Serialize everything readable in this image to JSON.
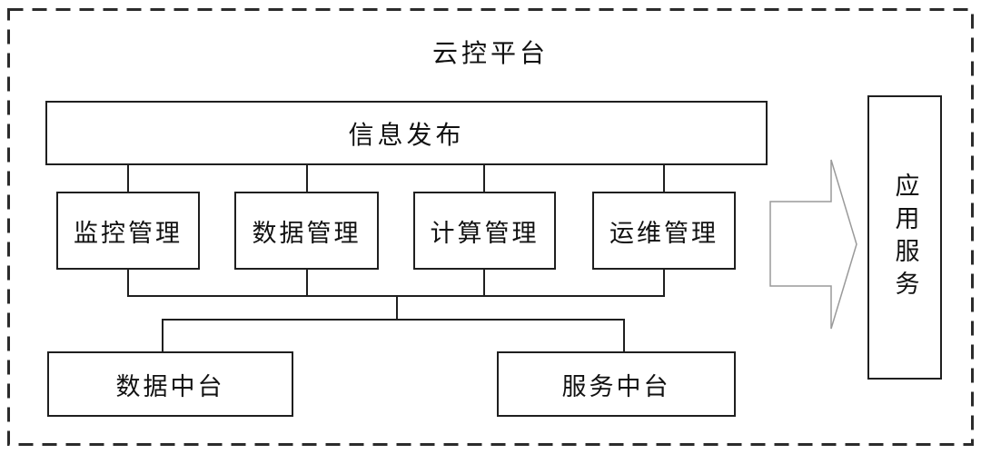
{
  "diagram": {
    "title": "云控平台",
    "info_release_label": "信息发布",
    "management_modules": [
      {
        "label": "监控管理"
      },
      {
        "label": "数据管理"
      },
      {
        "label": "计算管理"
      },
      {
        "label": "运维管理"
      }
    ],
    "middle_platforms": [
      {
        "label": "数据中台"
      },
      {
        "label": "服务中台"
      }
    ],
    "application_service_label": "应用服务",
    "colors": {
      "background": "#ffffff",
      "frame_border": "#2b2b2b",
      "box_border": "#1f1f1f",
      "connector_line": "#1f1f1f",
      "arrow_stroke": "#9a9a9a",
      "text": "#111111"
    }
  }
}
